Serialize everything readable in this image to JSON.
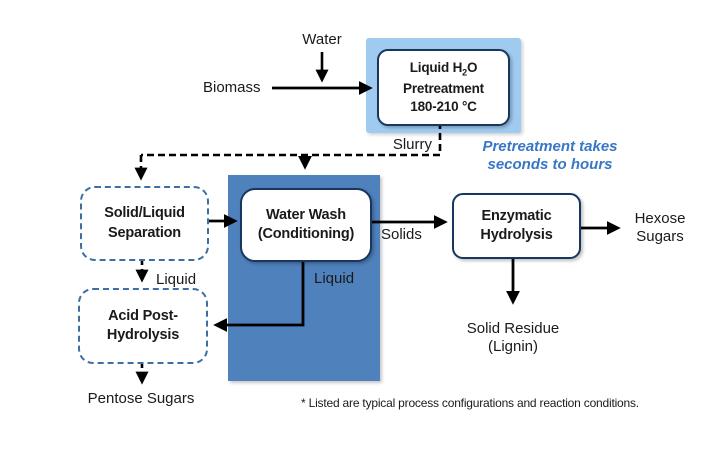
{
  "labels": {
    "water": "Water",
    "biomass": "Biomass",
    "slurry": "Slurry",
    "solids": "Solids",
    "liquid_separation_out": "Liquid",
    "liquid_wash_out": "Liquid",
    "hexose_sugars": "Hexose\nSugars",
    "pentose_sugars": "Pentose Sugars",
    "solid_residue": "Solid Residue\n(Lignin)",
    "pretreatment_note": "Pretreatment takes\nseconds to hours",
    "footnote": "* Listed are typical process configurations and reaction conditions."
  },
  "boxes": {
    "pretreatment": {
      "line1_prefix": "Liquid H",
      "line1_sub": "2",
      "line1_suffix": "O",
      "line2": "Pretreatment",
      "line3": "180-210 °C"
    },
    "water_wash": {
      "line1": "Water Wash",
      "line2": "(Conditioning)"
    },
    "enzymatic_hydrolysis": {
      "line1": "Enzymatic",
      "line2": "Hydrolysis"
    },
    "solid_liquid_separation": {
      "line1": "Solid/Liquid",
      "line2": "Separation"
    },
    "acid_post_hydrolysis": {
      "line1": "Acid Post-",
      "line2": "Hydrolysis"
    }
  },
  "colors": {
    "light_blue_panel": "#A0CBF0",
    "dark_blue_panel": "#4F81BD",
    "box_border": "#17375E",
    "dashed_box_border": "#3E6FA3",
    "note_text": "#3876C6",
    "line_color": "#000000",
    "text_color": "#1A1A1A"
  }
}
